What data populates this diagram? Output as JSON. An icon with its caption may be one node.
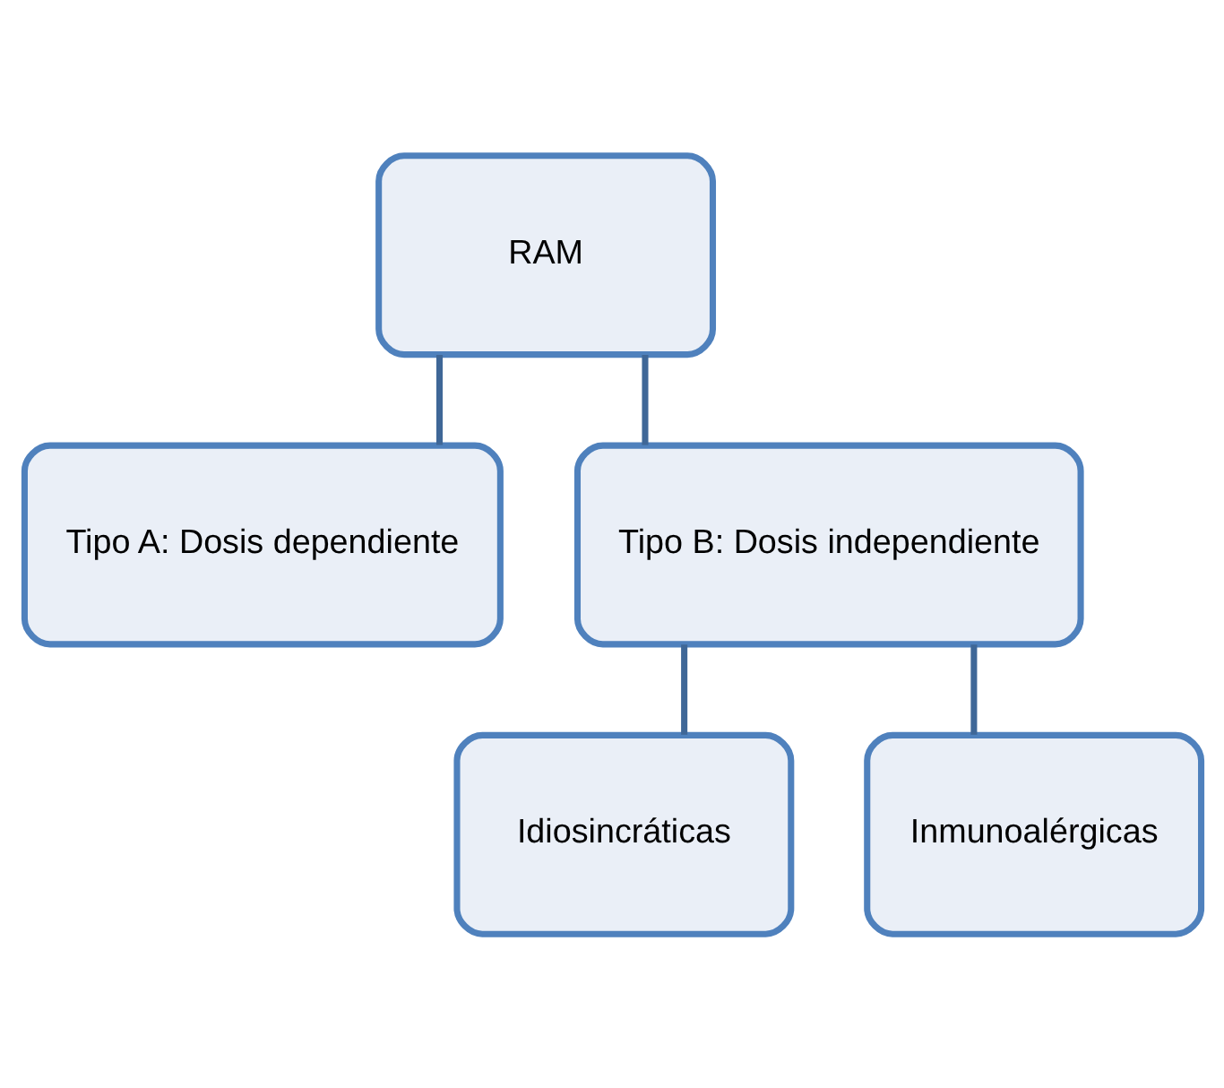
{
  "diagram": {
    "nodes": [
      {
        "text": [
          "RAM"
        ]
      },
      {
        "text": [
          "Tipo A: Dosis dependiente"
        ]
      },
      {
        "text": [
          "Tipo B: Dosis independiente"
        ]
      },
      {
        "text": [
          "Idiosincráticas"
        ]
      },
      {
        "text": [
          "Inmunoalérgicas"
        ]
      }
    ],
    "edges": [
      {
        "from": 0,
        "to": 1,
        "arrow": "none"
      },
      {
        "from": 0,
        "to": 2,
        "arrow": "none"
      },
      {
        "from": 2,
        "to": 3,
        "arrow": "none"
      },
      {
        "from": 2,
        "to": 4,
        "arrow": "none"
      }
    ]
  }
}
